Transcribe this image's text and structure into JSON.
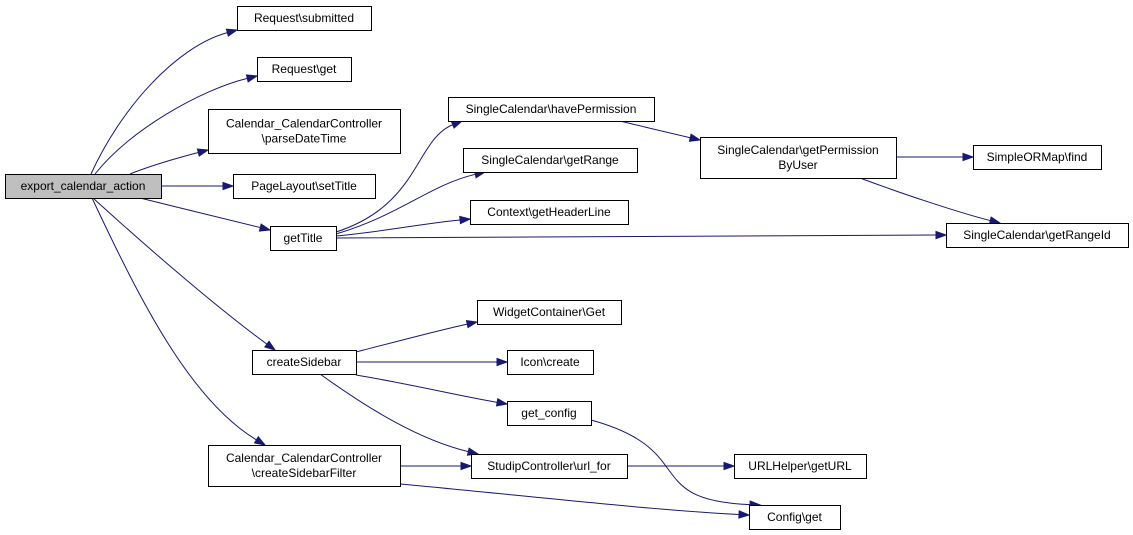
{
  "graph": {
    "colors": {
      "edge": "#191970",
      "node_border": "#000000",
      "root_fill": "#bfbfbf",
      "node_fill": "#ffffff"
    },
    "nodes": [
      {
        "id": "export_calendar_action",
        "lines": [
          "export_calendar_action"
        ],
        "root": true
      },
      {
        "id": "request_submitted",
        "lines": [
          "Request\\submitted"
        ]
      },
      {
        "id": "request_get",
        "lines": [
          "Request\\get"
        ]
      },
      {
        "id": "parse_date_time",
        "lines": [
          "Calendar_CalendarController",
          "\\parseDateTime"
        ]
      },
      {
        "id": "page_layout_set_title",
        "lines": [
          "PageLayout\\setTitle"
        ]
      },
      {
        "id": "get_title",
        "lines": [
          "getTitle"
        ]
      },
      {
        "id": "create_sidebar",
        "lines": [
          "createSidebar"
        ]
      },
      {
        "id": "create_sidebar_filter",
        "lines": [
          "Calendar_CalendarController",
          "\\createSidebarFilter"
        ]
      },
      {
        "id": "have_permission",
        "lines": [
          "SingleCalendar\\havePermission"
        ]
      },
      {
        "id": "get_range",
        "lines": [
          "SingleCalendar\\getRange"
        ]
      },
      {
        "id": "context_get_header_line",
        "lines": [
          "Context\\getHeaderLine"
        ]
      },
      {
        "id": "get_permission_by_user",
        "lines": [
          "SingleCalendar\\getPermission",
          "ByUser"
        ]
      },
      {
        "id": "simple_or_map_find",
        "lines": [
          "SimpleORMap\\find"
        ]
      },
      {
        "id": "get_range_id",
        "lines": [
          "SingleCalendar\\getRangeId"
        ]
      },
      {
        "id": "widget_container_get",
        "lines": [
          "WidgetContainer\\Get"
        ]
      },
      {
        "id": "icon_create",
        "lines": [
          "Icon\\create"
        ]
      },
      {
        "id": "get_config",
        "lines": [
          "get_config"
        ]
      },
      {
        "id": "studip_controller_url_for",
        "lines": [
          "StudipController\\url_for"
        ]
      },
      {
        "id": "url_helper_get_url",
        "lines": [
          "URLHelper\\getURL"
        ]
      },
      {
        "id": "config_get",
        "lines": [
          "Config\\get"
        ]
      }
    ],
    "edges": [
      {
        "from": "export_calendar_action",
        "to": "request_submitted"
      },
      {
        "from": "export_calendar_action",
        "to": "request_get"
      },
      {
        "from": "export_calendar_action",
        "to": "parse_date_time"
      },
      {
        "from": "export_calendar_action",
        "to": "page_layout_set_title"
      },
      {
        "from": "export_calendar_action",
        "to": "get_title"
      },
      {
        "from": "export_calendar_action",
        "to": "create_sidebar"
      },
      {
        "from": "export_calendar_action",
        "to": "create_sidebar_filter"
      },
      {
        "from": "get_title",
        "to": "have_permission"
      },
      {
        "from": "get_title",
        "to": "get_range"
      },
      {
        "from": "get_title",
        "to": "context_get_header_line"
      },
      {
        "from": "get_title",
        "to": "get_range_id"
      },
      {
        "from": "have_permission",
        "to": "get_permission_by_user"
      },
      {
        "from": "get_permission_by_user",
        "to": "simple_or_map_find"
      },
      {
        "from": "get_permission_by_user",
        "to": "get_range_id"
      },
      {
        "from": "create_sidebar",
        "to": "widget_container_get"
      },
      {
        "from": "create_sidebar",
        "to": "icon_create"
      },
      {
        "from": "create_sidebar",
        "to": "get_config"
      },
      {
        "from": "create_sidebar",
        "to": "studip_controller_url_for"
      },
      {
        "from": "create_sidebar_filter",
        "to": "studip_controller_url_for"
      },
      {
        "from": "create_sidebar_filter",
        "to": "config_get"
      },
      {
        "from": "get_config",
        "to": "config_get"
      },
      {
        "from": "studip_controller_url_for",
        "to": "url_helper_get_url"
      }
    ]
  }
}
